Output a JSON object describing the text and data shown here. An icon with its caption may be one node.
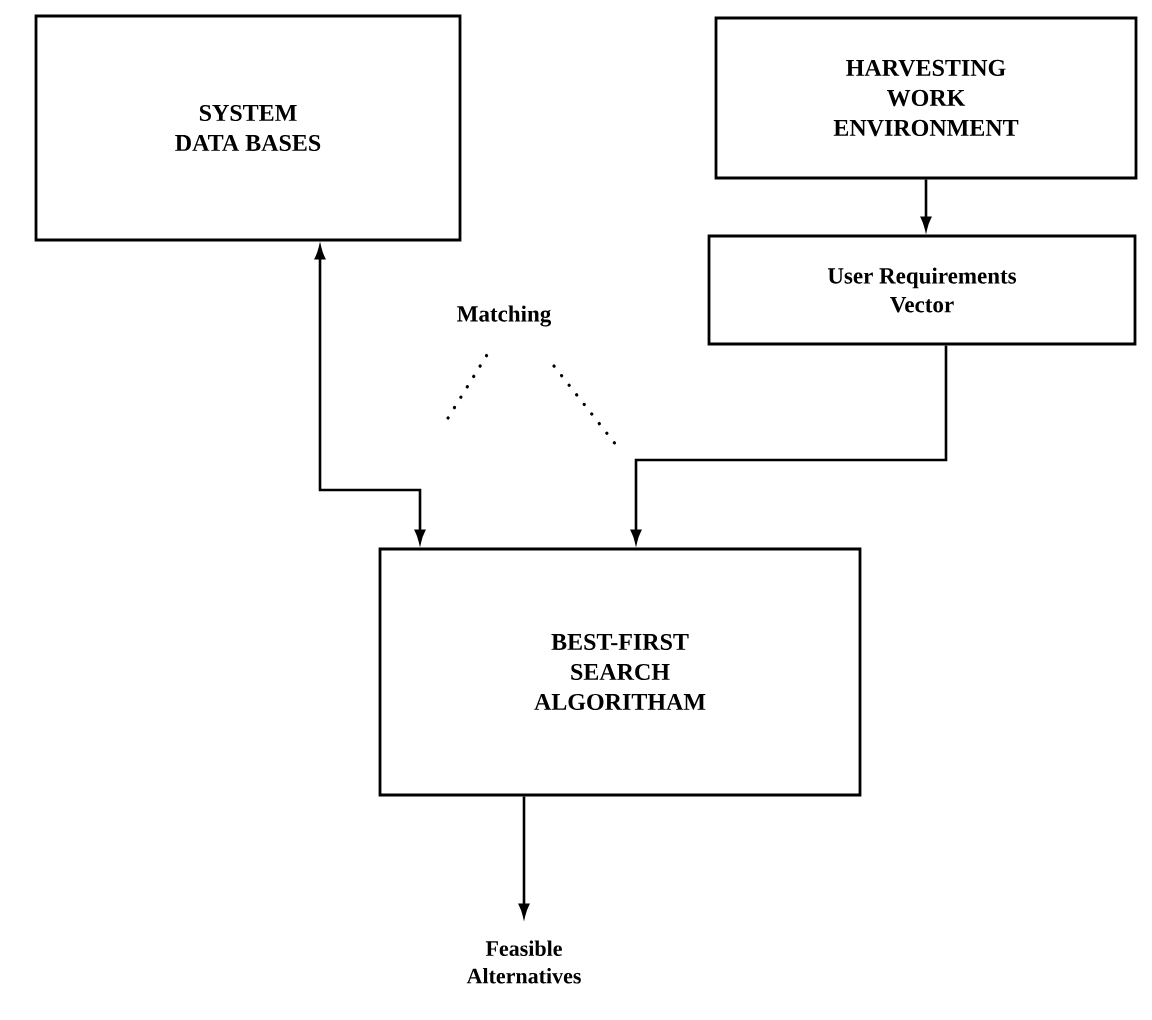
{
  "diagram": {
    "nodes": [
      {
        "text": [
          "SYSTEM DATA BASES"
        ]
      },
      {
        "text": [
          "HARVESTING WORK ENVIRONMENT"
        ]
      },
      {
        "text": [
          "User Requirements Vector"
        ]
      },
      {
        "text": [
          "BEST-FIRST SEARCH ALGORITHAM"
        ]
      },
      {
        "text": [
          "Feasible Alternatives"
        ]
      }
    ],
    "edges": [
      {
        "from": 0,
        "to": 3,
        "arrow": "both"
      },
      {
        "from": 1,
        "to": 2,
        "arrow": "to"
      },
      {
        "from": 2,
        "to": 3,
        "arrow": "to"
      },
      {
        "from": 3,
        "to": 4,
        "arrow": "to"
      }
    ],
    "labels": [
      "Matching"
    ]
  }
}
